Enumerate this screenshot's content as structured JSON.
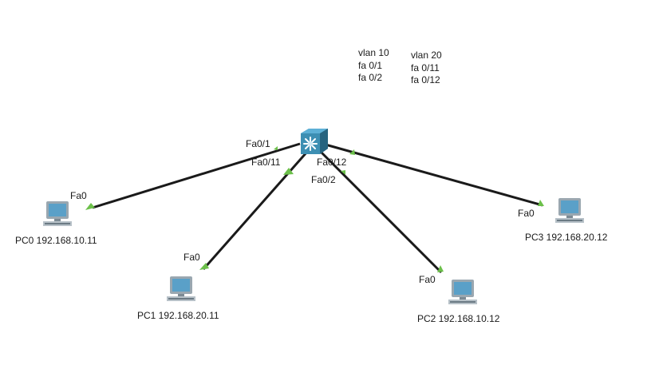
{
  "vlan_notes": {
    "vlan10": [
      "vlan 10",
      "fa 0/1",
      "fa 0/2"
    ],
    "vlan20": [
      "vlan 20",
      "fa 0/11",
      "fa 0/12"
    ]
  },
  "switch": {
    "icon": "multilayer-switch-icon",
    "ports": {
      "p1": "Fa0/1",
      "p11": "Fa0/11",
      "p12": "Fa0/12",
      "p2": "Fa0/2"
    }
  },
  "pcs": {
    "pc0": {
      "name": "PC0 192.168.10.11",
      "port": "Fa0"
    },
    "pc1": {
      "name": "PC1  192.168.20.11",
      "port": "Fa0"
    },
    "pc2": {
      "name": "PC2  192.168.10.12",
      "port": "Fa0"
    },
    "pc3": {
      "name": "PC3  192.168.20.12",
      "port": "Fa0"
    }
  },
  "colors": {
    "link": "#1a1a1a",
    "link_up": "#6cc04a",
    "switch_body": "#3d8fb3",
    "pc_screen": "#5aa0c8"
  }
}
